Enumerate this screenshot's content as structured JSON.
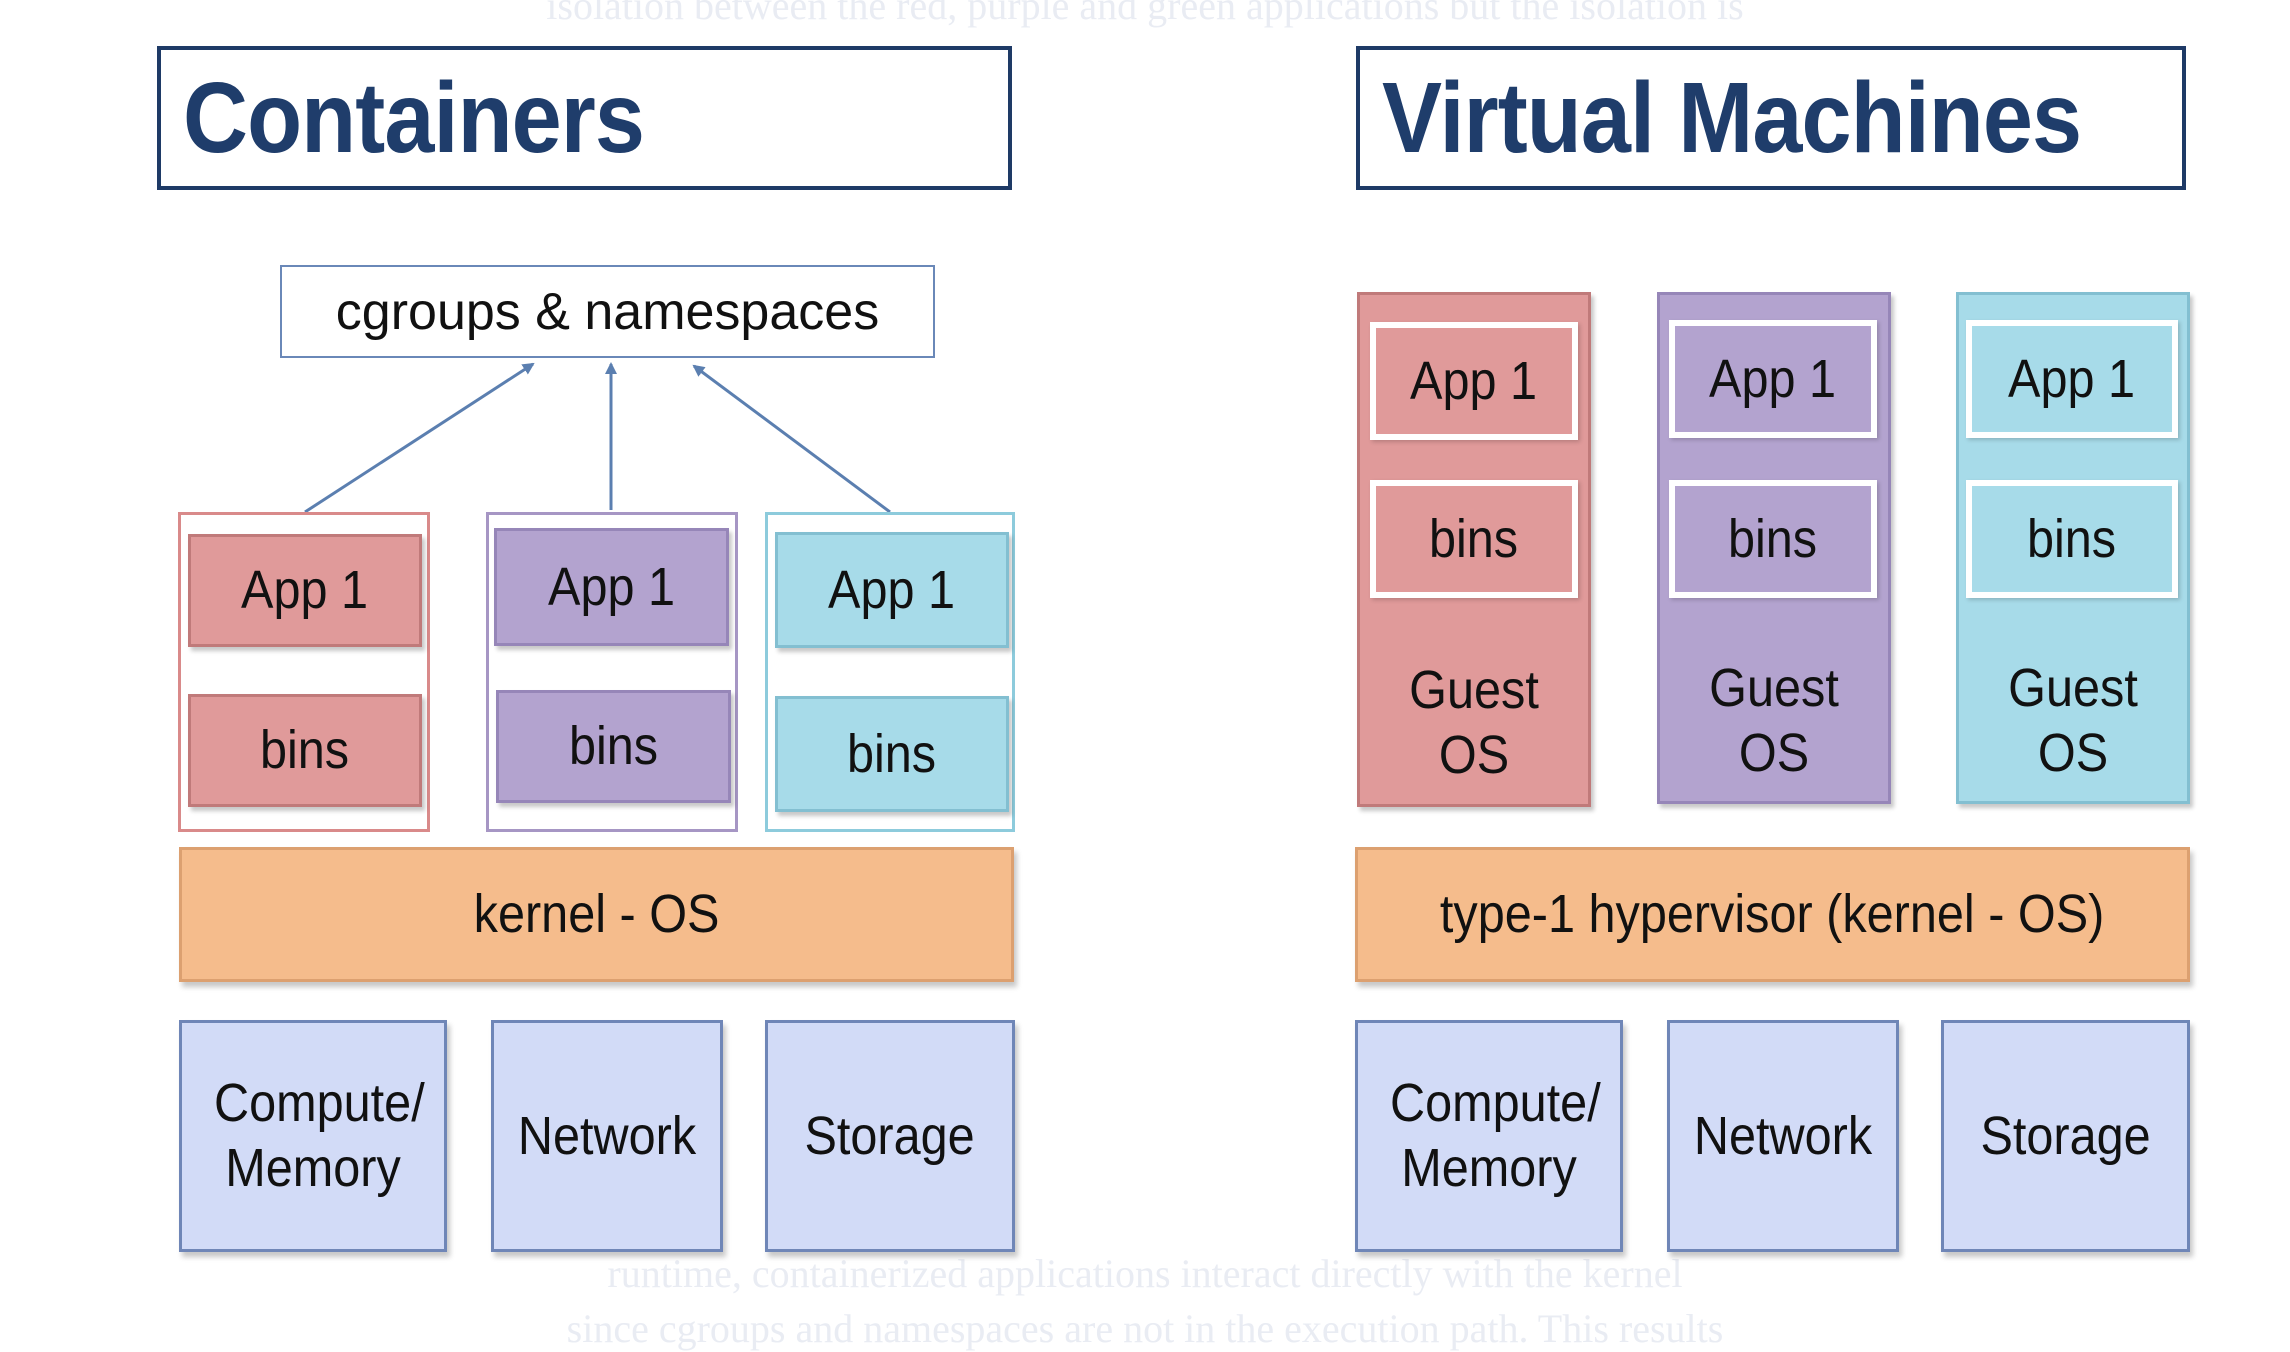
{
  "background_text": {
    "top": "isolation between the red, purple and green applications but the isolation is",
    "bottom_1": "runtime, containerized applications interact directly with the kernel",
    "bottom_2": "since cgroups and namespaces are not in the execution path. This results"
  },
  "containers": {
    "title": "Containers",
    "cgroups": "cgroups & namespaces",
    "apps": [
      {
        "app": "App 1",
        "bins": "bins",
        "color": "#e09a9a"
      },
      {
        "app": "App 1",
        "bins": "bins",
        "color": "#b3a3cf"
      },
      {
        "app": "App 1",
        "bins": "bins",
        "color": "#a7dbe9"
      }
    ],
    "kernel": "kernel - OS",
    "hardware": [
      "Compute/ Memory",
      "Network",
      "Storage"
    ]
  },
  "vms": {
    "title": "Virtual Machines",
    "columns": [
      {
        "app": "App 1",
        "bins": "bins",
        "guest_os": "Guest OS",
        "color": "#e09a9a"
      },
      {
        "app": "App 1",
        "bins": "bins",
        "guest_os": "Guest OS",
        "color": "#b3a3cf"
      },
      {
        "app": "App 1",
        "bins": "bins",
        "guest_os": "Guest OS",
        "color": "#a7dbe9"
      }
    ],
    "hypervisor": "type-1 hypervisor (kernel - OS)",
    "hardware": [
      "Compute/ Memory",
      "Network",
      "Storage"
    ]
  },
  "colors": {
    "title": "#1f3d6b",
    "kernel": "#f5bc8c",
    "hardware": "#d2dbf7",
    "arrow": "#5b7fb0"
  }
}
